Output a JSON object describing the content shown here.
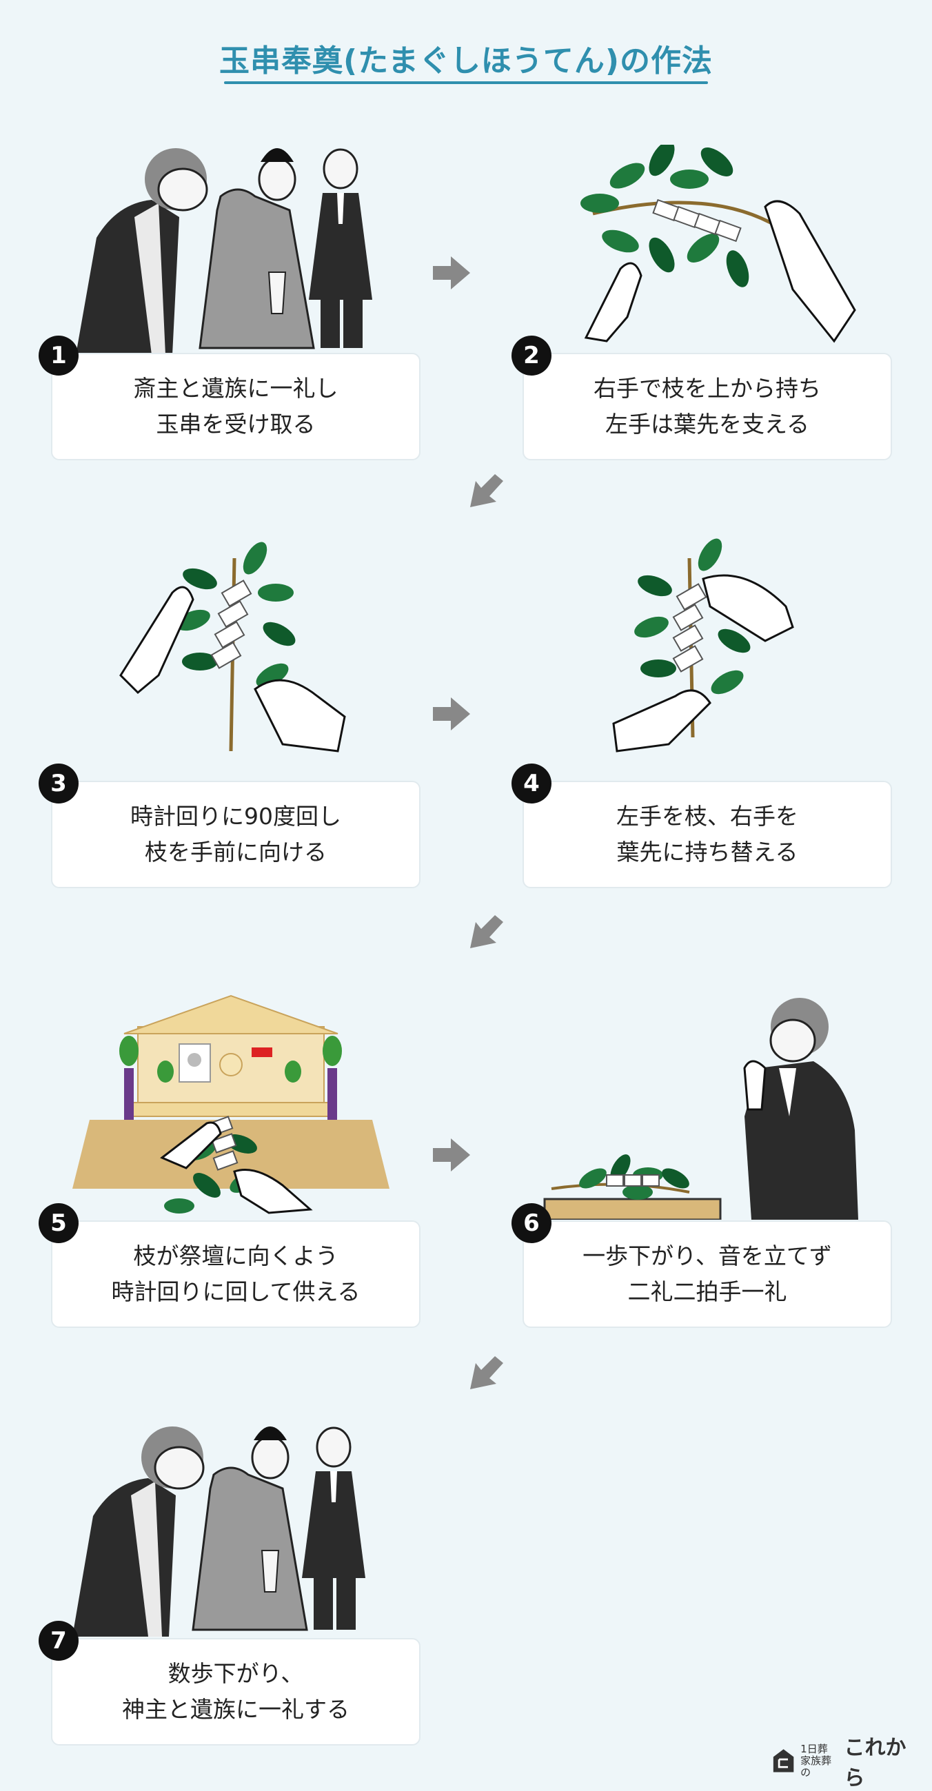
{
  "title": "玉串奉奠(たまぐしほうてん)の作法",
  "steps": [
    {
      "number": "1",
      "lines": [
        "斎主と遺族に一礼し",
        "玉串を受け取る"
      ]
    },
    {
      "number": "2",
      "lines": [
        "右手で枝を上から持ち",
        "左手は葉先を支える"
      ]
    },
    {
      "number": "3",
      "lines": [
        "時計回りに90度回し",
        "枝を手前に向ける"
      ]
    },
    {
      "number": "4",
      "lines": [
        "左手を枝、右手を",
        "葉先に持ち替える"
      ]
    },
    {
      "number": "5",
      "lines": [
        "枝が祭壇に向くよう",
        "時計回りに回して供える"
      ]
    },
    {
      "number": "6",
      "lines": [
        "一歩下がり、音を立てず",
        "二礼二拍手一礼"
      ]
    },
    {
      "number": "7",
      "lines": [
        "数歩下がり、",
        "神主と遺族に一礼する"
      ]
    }
  ],
  "footer": {
    "line1": "1日葬",
    "line2": "家族葬の",
    "brand": "これから"
  },
  "colors": {
    "accent": "#2f8fae",
    "background": "#eef6f9",
    "leaf": "#1f7a3d",
    "arrow": "#888888"
  },
  "icons": [
    "bowing-man-icon",
    "priest-icon",
    "family-man-icon",
    "tamagushi-branch-icon",
    "hands-icon",
    "altar-icon",
    "praying-man-icon",
    "arrow-right-icon",
    "arrow-down-left-icon",
    "house-logo-icon"
  ]
}
